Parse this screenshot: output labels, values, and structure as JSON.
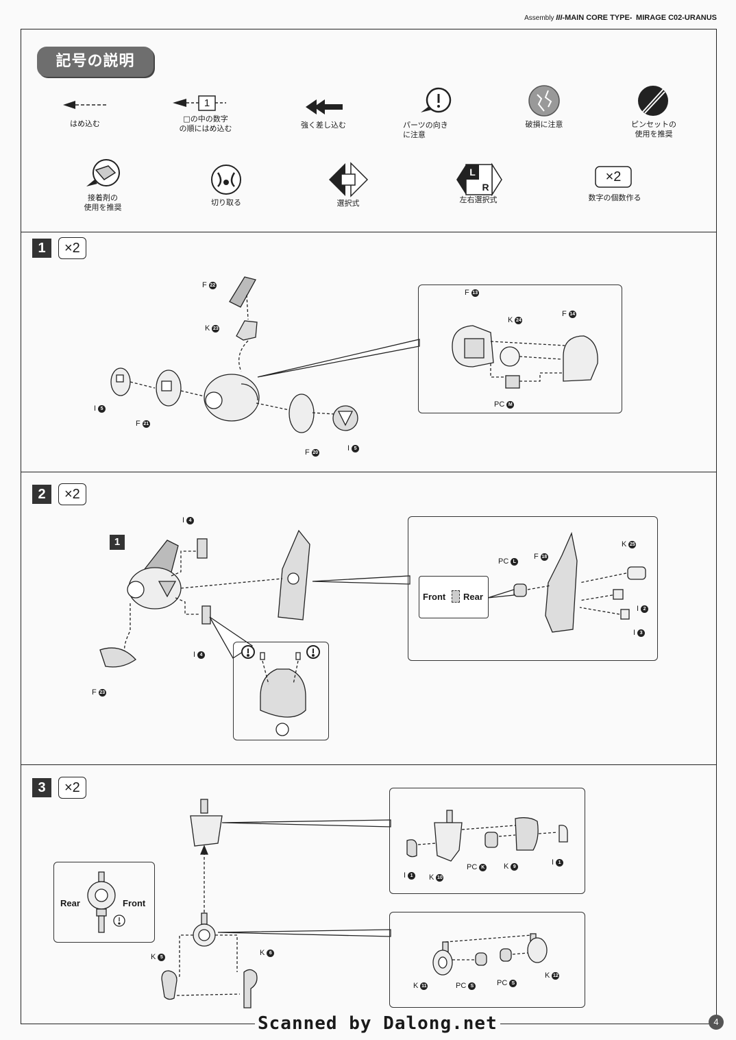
{
  "header": {
    "prefix": "Assembly",
    "series_mark": "III",
    "core_type": "-MAIN CORE TYPE-",
    "model": "MIRAGE C02-URANUS"
  },
  "legend": {
    "title": "記号の説明",
    "symbols": [
      {
        "icon": "insert-arrow-icon",
        "label": "はめ込む"
      },
      {
        "icon": "numbered-insert-arrow-icon",
        "number": "1",
        "label": "□の中の数字\nの順にはめ込む"
      },
      {
        "icon": "double-arrow-icon",
        "label": "強く差し込む"
      },
      {
        "icon": "exclamation-icon",
        "label": "パーツの向き\nに注意"
      },
      {
        "icon": "breakage-icon",
        "label": "破損に注意"
      },
      {
        "icon": "tweezers-icon",
        "label": "ピンセットの\n使用を推奨"
      },
      {
        "icon": "glue-icon",
        "label": "接着剤の\n使用を推奨"
      },
      {
        "icon": "cut-icon",
        "label": "切り取る"
      },
      {
        "icon": "select-icon",
        "label": "選択式"
      },
      {
        "icon": "left-right-icon",
        "icon_text_l": "L",
        "icon_text_r": "R",
        "label": "左右選択式"
      },
      {
        "icon": "multiply-icon",
        "icon_text": "×2",
        "label": "数字の個数作る"
      }
    ]
  },
  "steps": [
    {
      "number": "1",
      "multiplier": "×2",
      "parts": [
        {
          "id": "s1-f22",
          "letter": "F",
          "num": "22"
        },
        {
          "id": "s1-k23",
          "letter": "K",
          "num": "23"
        },
        {
          "id": "s1-i5a",
          "letter": "I",
          "num": "5"
        },
        {
          "id": "s1-f21",
          "letter": "F",
          "num": "21"
        },
        {
          "id": "s1-f20",
          "letter": "F",
          "num": "20"
        },
        {
          "id": "s1-i5b",
          "letter": "I",
          "num": "5"
        },
        {
          "id": "s1-f13",
          "letter": "F",
          "num": "13"
        },
        {
          "id": "s1-k24",
          "letter": "K",
          "num": "24"
        },
        {
          "id": "s1-f14",
          "letter": "F",
          "num": "14"
        },
        {
          "id": "s1-pcm",
          "letter": "PC",
          "num": "M"
        }
      ]
    },
    {
      "number": "2",
      "multiplier": "×2",
      "ref_step": "1",
      "front_label": "Front",
      "rear_label": "Rear",
      "parts": [
        {
          "id": "s2-i4a",
          "letter": "I",
          "num": "4"
        },
        {
          "id": "s2-i4b",
          "letter": "I",
          "num": "4"
        },
        {
          "id": "s2-f23",
          "letter": "F",
          "num": "23"
        },
        {
          "id": "s2-pcl",
          "letter": "PC",
          "num": "L"
        },
        {
          "id": "s2-f18",
          "letter": "F",
          "num": "18"
        },
        {
          "id": "s2-k25",
          "letter": "K",
          "num": "25"
        },
        {
          "id": "s2-i2",
          "letter": "I",
          "num": "2"
        },
        {
          "id": "s2-i3",
          "letter": "I",
          "num": "3"
        }
      ]
    },
    {
      "number": "3",
      "multiplier": "×2",
      "rear_label": "Rear",
      "front_label": "Front",
      "parts": [
        {
          "id": "s3-i1a",
          "letter": "I",
          "num": "1"
        },
        {
          "id": "s3-k10",
          "letter": "K",
          "num": "10"
        },
        {
          "id": "s3-pck",
          "letter": "PC",
          "num": "K"
        },
        {
          "id": "s3-k9",
          "letter": "K",
          "num": "9"
        },
        {
          "id": "s3-i1b",
          "letter": "I",
          "num": "1"
        },
        {
          "id": "s3-k5",
          "letter": "K",
          "num": "5"
        },
        {
          "id": "s3-k6",
          "letter": "K",
          "num": "6"
        },
        {
          "id": "s3-k11",
          "letter": "K",
          "num": "11"
        },
        {
          "id": "s3-pcs1",
          "letter": "PC",
          "num": "S"
        },
        {
          "id": "s3-pcs2",
          "letter": "PC",
          "num": "S"
        },
        {
          "id": "s3-k12",
          "letter": "K",
          "num": "12"
        }
      ]
    }
  ],
  "footer": {
    "watermark": "Scanned by Dalong.net",
    "page_number": "4"
  },
  "colors": {
    "ink": "#1a1a1a",
    "gray_fill": "#8a8a8a",
    "paper": "#fafafa"
  }
}
